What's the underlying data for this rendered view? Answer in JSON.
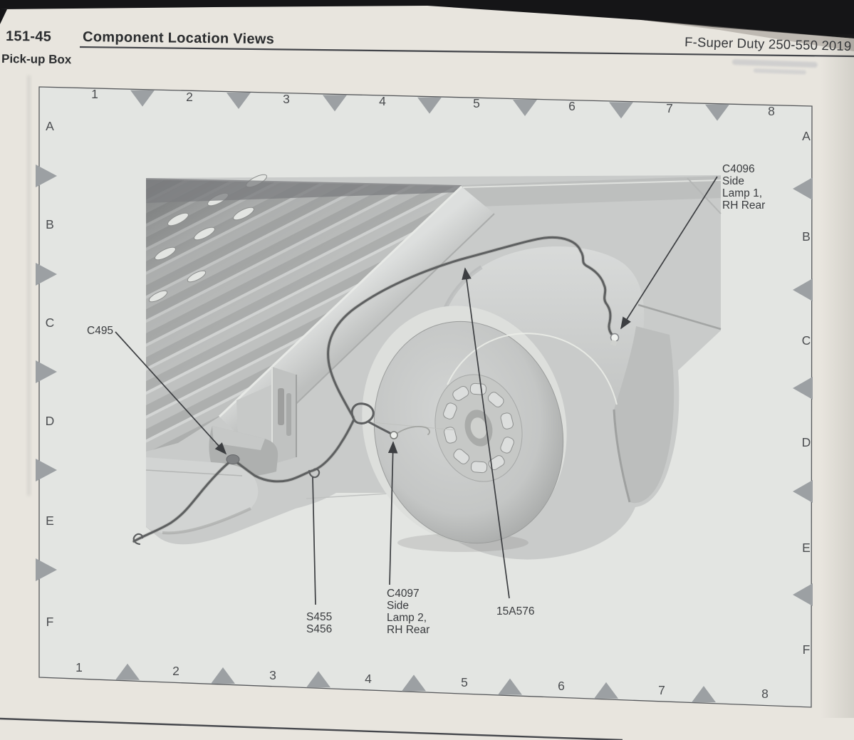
{
  "page": {
    "page_number": "151-45",
    "section_title": "Component Location Views",
    "header_right": "F-Super Duty 250-550 2019",
    "subtitle": "Pick-up Box"
  },
  "grid": {
    "columns": [
      "1",
      "2",
      "3",
      "4",
      "5",
      "6",
      "7",
      "8"
    ],
    "rows": [
      "A",
      "B",
      "C",
      "D",
      "E",
      "F"
    ]
  },
  "callouts": {
    "c495": {
      "lines": [
        "C495"
      ]
    },
    "c4096": {
      "lines": [
        "C4096",
        "Side",
        "Lamp 1,",
        "RH Rear"
      ]
    },
    "s455": {
      "lines": [
        "S455",
        "S456"
      ]
    },
    "c4097": {
      "lines": [
        "C4097",
        "Side",
        "Lamp 2,",
        "RH Rear"
      ]
    },
    "p15a576": {
      "lines": [
        "15A576"
      ]
    }
  },
  "colors": {
    "paper": "#e8e5de",
    "diagram_bg": "#e3e5e2",
    "ink": "#2b2d2f",
    "frame_line": "#56585b",
    "triangle": "#9ca0a3",
    "photo_background": "#151517",
    "harness": "#5d5f60",
    "leader": "#3c3e41"
  }
}
